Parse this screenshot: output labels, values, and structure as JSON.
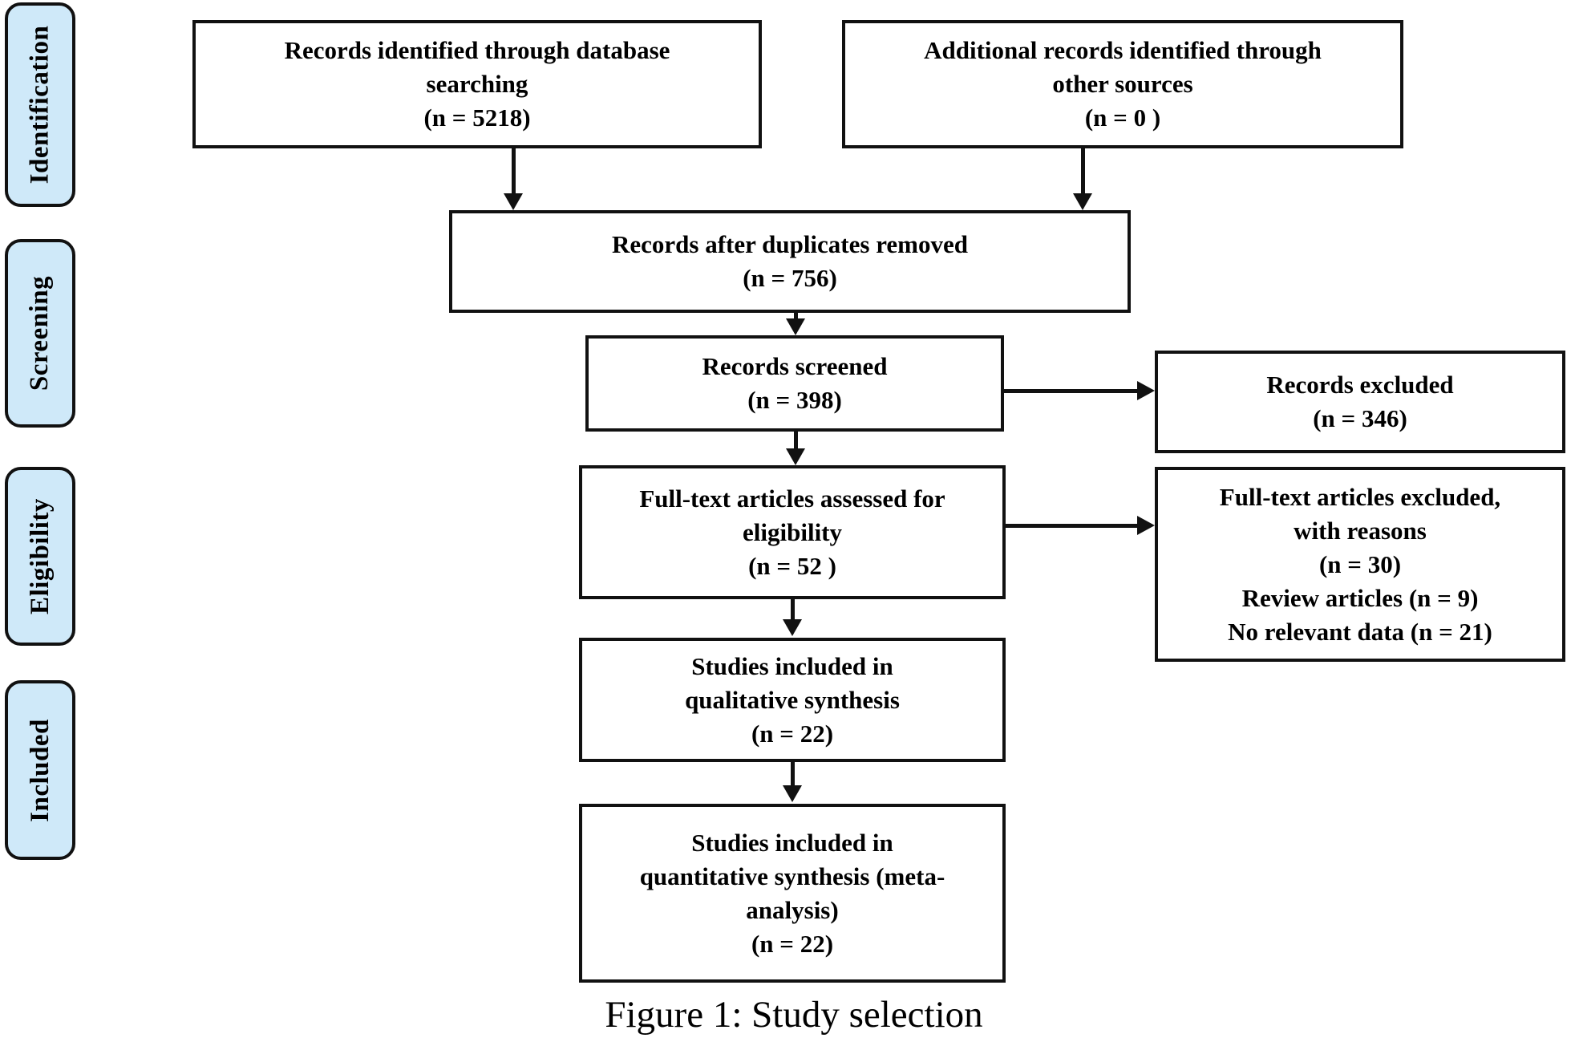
{
  "colors": {
    "stage-fill": "#cfe9f9",
    "ink": "#111111"
  },
  "sidebar": {
    "stages": [
      {
        "label": "Identification"
      },
      {
        "label": "Screening"
      },
      {
        "label": "Eligibility"
      },
      {
        "label": "Included"
      }
    ]
  },
  "flow": {
    "identified": {
      "lines": [
        "Records identified through database",
        "searching",
        "(n = 5218)"
      ]
    },
    "additional": {
      "lines": [
        "Additional records identified through",
        "other sources",
        "(n = 0 )"
      ]
    },
    "duplicates": {
      "lines": [
        "Records after duplicates removed",
        "(n = 756)"
      ]
    },
    "screened": {
      "lines": [
        "Records screened",
        "(n = 398)"
      ]
    },
    "excluded": {
      "lines": [
        "Records excluded",
        "(n = 346)"
      ]
    },
    "fulltext": {
      "lines": [
        "Full-text articles assessed for",
        "eligibility",
        "(n = 52 )"
      ]
    },
    "fulltext_excluded": {
      "lines": [
        "Full-text articles excluded,",
        "with reasons",
        "(n = 30)",
        "Review articles (n = 9)",
        "No relevant data (n = 21)"
      ]
    },
    "qualitative": {
      "lines": [
        "Studies included in",
        "qualitative synthesis",
        "(n = 22)"
      ]
    },
    "quantitative": {
      "lines": [
        "Studies included in",
        "quantitative synthesis (meta-",
        "analysis)",
        "(n = 22)"
      ]
    }
  },
  "caption": "Figure 1: Study selection"
}
